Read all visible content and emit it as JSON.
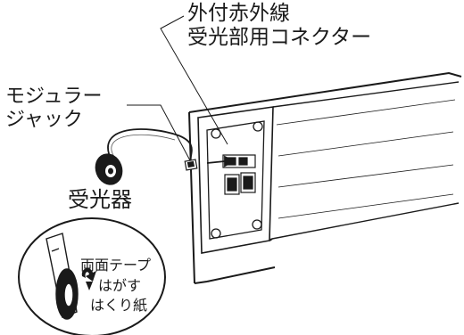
{
  "labels": {
    "connector": "外付赤外線\n受光部用コネクター",
    "modular_jack": "モジュラー\nジャック",
    "receiver": "受光器",
    "double_sided_tape": "両面テープ",
    "peel_off": "はがす",
    "release_paper": "はくり紙"
  }
}
